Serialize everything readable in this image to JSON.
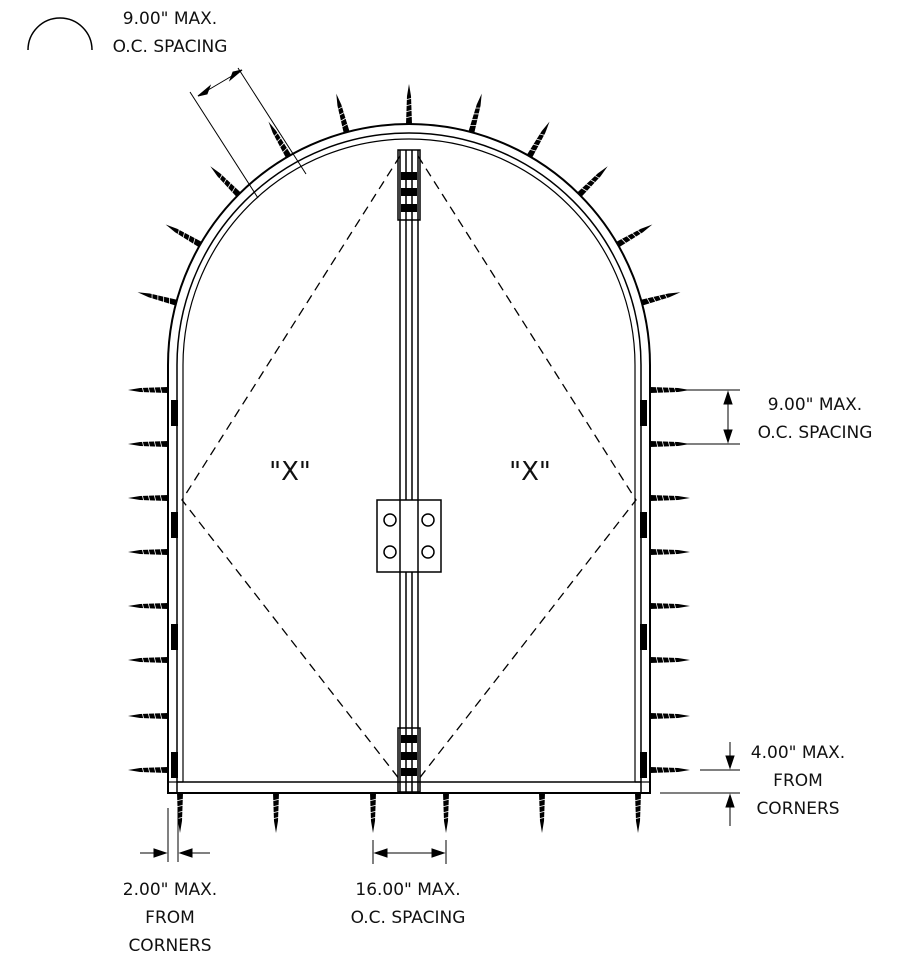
{
  "labels": {
    "arc_spacing": {
      "line1": "9.00\" MAX.",
      "line2": "O.C. SPACING"
    },
    "side_spacing": {
      "line1": "9.00\" MAX.",
      "line2": "O.C. SPACING"
    },
    "corner_vertical": {
      "line1": "4.00\" MAX.",
      "line2": "FROM",
      "line3": "CORNERS"
    },
    "corner_horizontal": {
      "line1": "2.00\" MAX.",
      "line2": "FROM",
      "line3": "CORNERS"
    },
    "bottom_spacing": {
      "line1": "16.00\" MAX.",
      "line2": "O.C. SPACING"
    },
    "left_panel": "\"X\"",
    "right_panel": "\"X\""
  },
  "icons": [
    "arc-symbol-icon",
    "screw-icon",
    "hinge-icon",
    "latch-plate-icon"
  ]
}
